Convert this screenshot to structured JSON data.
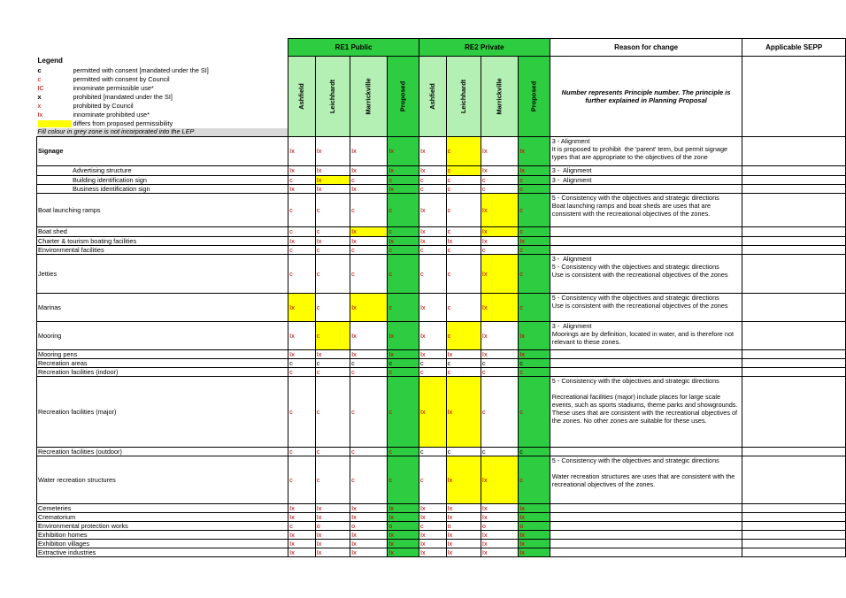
{
  "legend": {
    "title": "Legend",
    "items": [
      {
        "code": "c",
        "color": "#000000",
        "text": "permitted with consent [mandated under the SI]"
      },
      {
        "code": "c",
        "color": "#c00000",
        "text": "permitted with consent by Council"
      },
      {
        "code": "IC",
        "color": "#c00000",
        "text": "innominate permissible use*"
      },
      {
        "code": "x",
        "color": "#000000",
        "text": "prohibited [mandated under the SI]"
      },
      {
        "code": "x",
        "color": "#c00000",
        "text": "prohibited by Council"
      },
      {
        "code": "Ix",
        "color": "#c00000",
        "text": "innominate prohibited use*"
      },
      {
        "code": "",
        "color": "#ffff00",
        "text": "differs from proposed permissibility"
      }
    ],
    "grey_note": "Fill colour in grey  zone is not incorporated into the LEP"
  },
  "headers": {
    "re1": "RE1 Public",
    "re2": "RE2 Private",
    "reason": "Reason for change",
    "sepp": "Applicable SEPP",
    "cols": [
      "Ashfield",
      "Leichhardt",
      "Marrickville",
      "Proposed"
    ],
    "principle_note": "Number represents Principle number. The principle is further explained in Planning Proposal"
  },
  "colors": {
    "green_proposed": "#2ecc40",
    "green_header": "#b4f0b4",
    "yellow": "#ffff00",
    "red": "#c00000",
    "grey": "#d9d9d9"
  },
  "rows": [
    {
      "label": "Signage",
      "bold": true,
      "indent": false,
      "h": 33,
      "cells": [
        [
          "Ix",
          "r",
          0
        ],
        [
          "Ix",
          "r",
          0
        ],
        [
          "Ix",
          "r",
          0
        ],
        [
          "Ix",
          "r",
          0
        ],
        [
          "Ix",
          "r",
          0
        ],
        [
          "c",
          "r",
          1
        ],
        [
          "Ix",
          "r",
          0
        ],
        [
          "Ix",
          "r",
          0
        ]
      ],
      "reason": "3 - Alignment\nIt is proposed to prohibit  the 'parent' term, but permit signage types that are appropriate to the objectives of the zone"
    },
    {
      "label": "Advertising structure",
      "indent": true,
      "h": 11,
      "cells": [
        [
          "Ix",
          "r",
          0
        ],
        [
          "Ix",
          "r",
          0
        ],
        [
          "Ix",
          "r",
          0
        ],
        [
          "Ix",
          "r",
          0
        ],
        [
          "Ix",
          "r",
          0
        ],
        [
          "c",
          "r",
          1
        ],
        [
          "Ix",
          "r",
          0
        ],
        [
          "Ix",
          "r",
          0
        ]
      ],
      "reason": "3 -  Alignment"
    },
    {
      "label": "Building identification sign",
      "indent": true,
      "h": 10,
      "cells": [
        [
          "c",
          "r",
          0
        ],
        [
          "Ix",
          "r",
          1
        ],
        [
          "c",
          "r",
          0
        ],
        [
          "c",
          "r",
          0
        ],
        [
          "c",
          "r",
          0
        ],
        [
          "c",
          "r",
          0
        ],
        [
          "c",
          "r",
          0
        ],
        [
          "c",
          "r",
          0
        ]
      ],
      "reason": "3 -  Alignment"
    },
    {
      "label": "Business identification sign",
      "indent": true,
      "h": 10,
      "cells": [
        [
          "Ix",
          "r",
          0
        ],
        [
          "Ix",
          "r",
          0
        ],
        [
          "Ix",
          "r",
          0
        ],
        [
          "Ix",
          "r",
          0
        ],
        [
          "c",
          "r",
          0
        ],
        [
          "c",
          "r",
          0
        ],
        [
          "c",
          "r",
          0
        ],
        [
          "c",
          "r",
          0
        ]
      ],
      "reason": ""
    },
    {
      "label": "Boat launching ramps",
      "h": 38,
      "cells": [
        [
          "c",
          "r",
          0
        ],
        [
          "c",
          "r",
          0
        ],
        [
          "c",
          "r",
          0
        ],
        [
          "c",
          "r",
          0
        ],
        [
          "Ix",
          "r",
          0
        ],
        [
          "c",
          "r",
          0
        ],
        [
          "Ix",
          "r",
          1
        ],
        [
          "c",
          "r",
          0
        ]
      ],
      "reason": "5 - Consistency with the objectives and strategic directions\nBoat launching ramps and boat sheds are uses that are consistent with the recreational objectives of the zones."
    },
    {
      "label": "Boat shed",
      "h": 11,
      "cells": [
        [
          "c",
          "r",
          0
        ],
        [
          "c",
          "r",
          0
        ],
        [
          "Ix",
          "r",
          1
        ],
        [
          "c",
          "r",
          0
        ],
        [
          "Ix",
          "r",
          0
        ],
        [
          "c",
          "r",
          0
        ],
        [
          "Ix",
          "r",
          1
        ],
        [
          "c",
          "r",
          0
        ]
      ],
      "reason": ""
    },
    {
      "label": "Charter & tourism boating facilities",
      "h": 10,
      "cells": [
        [
          "Ix",
          "r",
          0
        ],
        [
          "Ix",
          "r",
          0
        ],
        [
          "Ix",
          "r",
          0
        ],
        [
          "Ix",
          "r",
          0
        ],
        [
          "Ix",
          "r",
          0
        ],
        [
          "Ix",
          "r",
          0
        ],
        [
          "Ix",
          "r",
          0
        ],
        [
          "Ix",
          "r",
          0
        ]
      ],
      "reason": ""
    },
    {
      "label": "Environmental facilities",
      "h": 10,
      "cells": [
        [
          "c",
          "r",
          0
        ],
        [
          "c",
          "r",
          0
        ],
        [
          "c",
          "r",
          0
        ],
        [
          "c",
          "r",
          0
        ],
        [
          "c",
          "r",
          0
        ],
        [
          "c",
          "r",
          0
        ],
        [
          "c",
          "r",
          0
        ],
        [
          "c",
          "r",
          0
        ]
      ],
      "reason": ""
    },
    {
      "label": "Jetties",
      "h": 44,
      "cells": [
        [
          "c",
          "r",
          0
        ],
        [
          "c",
          "r",
          0
        ],
        [
          "c",
          "r",
          0
        ],
        [
          "c",
          "r",
          0
        ],
        [
          "c",
          "r",
          0
        ],
        [
          "c",
          "r",
          0
        ],
        [
          "Ix",
          "r",
          1
        ],
        [
          "c",
          "r",
          0
        ]
      ],
      "reason": "3 -  Alignment\n5 - Consistency with the objectives and strategic directions\nUse is consistent with the recreational objectives of the zones"
    },
    {
      "label": "Marinas",
      "h": 32,
      "cells": [
        [
          "Ix",
          "r",
          1
        ],
        [
          "c",
          "r",
          0
        ],
        [
          "Ix",
          "r",
          1
        ],
        [
          "c",
          "r",
          0
        ],
        [
          "Ix",
          "r",
          0
        ],
        [
          "c",
          "r",
          0
        ],
        [
          "Ix",
          "r",
          1
        ],
        [
          "c",
          "r",
          0
        ]
      ],
      "reason": "5 - Consistency with the objectives and strategic directions\nUse is consistent with the recreational objectives of the zones"
    },
    {
      "label": "Mooring",
      "h": 32,
      "cells": [
        [
          "Ix",
          "r",
          0
        ],
        [
          "c",
          "r",
          1
        ],
        [
          "Ix",
          "r",
          0
        ],
        [
          "Ix",
          "r",
          0
        ],
        [
          "Ix",
          "r",
          0
        ],
        [
          "c",
          "r",
          1
        ],
        [
          "Ix",
          "r",
          0
        ],
        [
          "Ix",
          "r",
          0
        ]
      ],
      "reason": "3 -  Alignment\nMoorings are by definition, located in water, and is therefore not relevant to these zones."
    },
    {
      "label": "Mooring pens",
      "h": 10,
      "cells": [
        [
          "Ix",
          "r",
          0
        ],
        [
          "Ix",
          "r",
          0
        ],
        [
          "Ix",
          "r",
          0
        ],
        [
          "Ix",
          "r",
          0
        ],
        [
          "Ix",
          "r",
          0
        ],
        [
          "Ix",
          "r",
          0
        ],
        [
          "Ix",
          "r",
          0
        ],
        [
          "Ix",
          "r",
          0
        ]
      ],
      "reason": ""
    },
    {
      "label": "Recreation areas",
      "h": 10,
      "cells": [
        [
          "c",
          "k",
          0
        ],
        [
          "c",
          "k",
          0
        ],
        [
          "c",
          "k",
          0
        ],
        [
          "c",
          "k",
          0
        ],
        [
          "c",
          "k",
          0
        ],
        [
          "c",
          "k",
          0
        ],
        [
          "c",
          "k",
          0
        ],
        [
          "c",
          "k",
          0
        ]
      ],
      "reason": ""
    },
    {
      "label": "Recreation facilities (indoor)",
      "h": 10,
      "cells": [
        [
          "c",
          "r",
          0
        ],
        [
          "c",
          "r",
          0
        ],
        [
          "c",
          "r",
          0
        ],
        [
          "c",
          "r",
          0
        ],
        [
          "c",
          "r",
          0
        ],
        [
          "c",
          "r",
          0
        ],
        [
          "c",
          "r",
          0
        ],
        [
          "c",
          "r",
          0
        ]
      ],
      "reason": ""
    },
    {
      "label": "Recreation facilities (major)",
      "h": 80,
      "cells": [
        [
          "c",
          "r",
          0
        ],
        [
          "c",
          "r",
          0
        ],
        [
          "c",
          "r",
          0
        ],
        [
          "c",
          "r",
          0
        ],
        [
          "Ix",
          "r",
          1
        ],
        [
          "Ix",
          "r",
          1
        ],
        [
          "c",
          "r",
          0
        ],
        [
          "c",
          "r",
          0
        ]
      ],
      "reason": "5 - Consistency with the objectives and strategic directions\n\nRecreational facilities (major) include places for large scale events, such as sports stadiums, theme parks and showgrounds. These uses that are consistent with the recreational objectives of the zones. No other zones are suitable for these uses."
    },
    {
      "label": "Recreation facilities (outdoor)",
      "h": 10,
      "cells": [
        [
          "c",
          "r",
          0
        ],
        [
          "c",
          "r",
          0
        ],
        [
          "c",
          "r",
          0
        ],
        [
          "c",
          "r",
          0
        ],
        [
          "c",
          "k",
          0
        ],
        [
          "c",
          "k",
          0
        ],
        [
          "c",
          "k",
          0
        ],
        [
          "c",
          "k",
          0
        ]
      ],
      "reason": ""
    },
    {
      "label": "Water recreation structures",
      "h": 54,
      "cells": [
        [
          "c",
          "r",
          0
        ],
        [
          "c",
          "r",
          0
        ],
        [
          "c",
          "r",
          0
        ],
        [
          "c",
          "r",
          0
        ],
        [
          "c",
          "r",
          0
        ],
        [
          "Ix",
          "r",
          1
        ],
        [
          "Ix",
          "r",
          1
        ],
        [
          "c",
          "r",
          0
        ]
      ],
      "reason": "5 - Consistency with the objectives and strategic directions\n\nWater recreation structures are uses that are consistent with the recreational objectives of the zones."
    },
    {
      "label": "Cemeteries",
      "h": 10,
      "cells": [
        [
          "Ix",
          "r",
          0
        ],
        [
          "Ix",
          "r",
          0
        ],
        [
          "Ix",
          "r",
          0
        ],
        [
          "Ix",
          "r",
          0
        ],
        [
          "Ix",
          "r",
          0
        ],
        [
          "Ix",
          "r",
          0
        ],
        [
          "Ix",
          "r",
          0
        ],
        [
          "Ix",
          "r",
          0
        ]
      ],
      "reason": ""
    },
    {
      "label": "Crematorium",
      "h": 10,
      "cells": [
        [
          "Ix",
          "r",
          0
        ],
        [
          "Ix",
          "r",
          0
        ],
        [
          "Ix",
          "r",
          0
        ],
        [
          "Ix",
          "r",
          0
        ],
        [
          "Ix",
          "r",
          0
        ],
        [
          "Ix",
          "r",
          0
        ],
        [
          "Ix",
          "r",
          0
        ],
        [
          "Ix",
          "r",
          0
        ]
      ],
      "reason": ""
    },
    {
      "label": "Environmental protection works",
      "h": 10,
      "cells": [
        [
          "c",
          "r",
          0
        ],
        [
          "o",
          "r",
          0
        ],
        [
          "o",
          "r",
          0
        ],
        [
          "o",
          "r",
          0
        ],
        [
          "c",
          "r",
          0
        ],
        [
          "o",
          "r",
          0
        ],
        [
          "o",
          "r",
          0
        ],
        [
          "o",
          "r",
          0
        ]
      ],
      "reason": ""
    },
    {
      "label": "Exhibition homes",
      "h": 10,
      "cells": [
        [
          "Ix",
          "r",
          0
        ],
        [
          "Ix",
          "r",
          0
        ],
        [
          "Ix",
          "r",
          0
        ],
        [
          "Ix",
          "r",
          0
        ],
        [
          "Ix",
          "r",
          0
        ],
        [
          "Ix",
          "r",
          0
        ],
        [
          "Ix",
          "r",
          0
        ],
        [
          "Ix",
          "r",
          0
        ]
      ],
      "reason": ""
    },
    {
      "label": "Exhibition villages",
      "h": 10,
      "cells": [
        [
          "Ix",
          "r",
          0
        ],
        [
          "Ix",
          "r",
          0
        ],
        [
          "Ix",
          "r",
          0
        ],
        [
          "Ix",
          "r",
          0
        ],
        [
          "Ix",
          "r",
          0
        ],
        [
          "Ix",
          "r",
          0
        ],
        [
          "Ix",
          "r",
          0
        ],
        [
          "Ix",
          "r",
          0
        ]
      ],
      "reason": ""
    },
    {
      "label": "Extractive industries",
      "h": 10,
      "cells": [
        [
          "Ix",
          "r",
          0
        ],
        [
          "Ix",
          "r",
          0
        ],
        [
          "Ix",
          "r",
          0
        ],
        [
          "Ix",
          "r",
          0
        ],
        [
          "Ix",
          "r",
          0
        ],
        [
          "Ix",
          "r",
          0
        ],
        [
          "Ix",
          "r",
          0
        ],
        [
          "Ix",
          "r",
          0
        ]
      ],
      "reason": ""
    }
  ]
}
